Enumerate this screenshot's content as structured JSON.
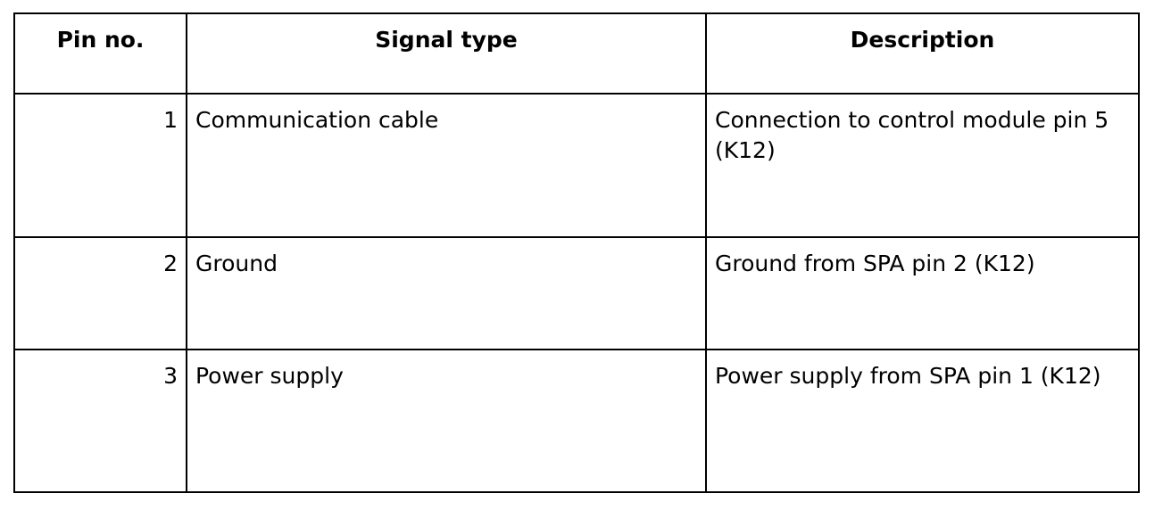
{
  "table": {
    "headers": {
      "pin": "Pin no.",
      "signal": "Signal type",
      "description": "Description"
    },
    "rows": [
      {
        "pin": "1",
        "signal": "Communication cable",
        "description": "Connection to control module pin 5 (K12)"
      },
      {
        "pin": "2",
        "signal": "Ground",
        "description": "Ground from SPA pin 2 (K12)"
      },
      {
        "pin": "3",
        "signal": "Power supply",
        "description": "Power supply from SPA pin 1 (K12)"
      }
    ]
  }
}
